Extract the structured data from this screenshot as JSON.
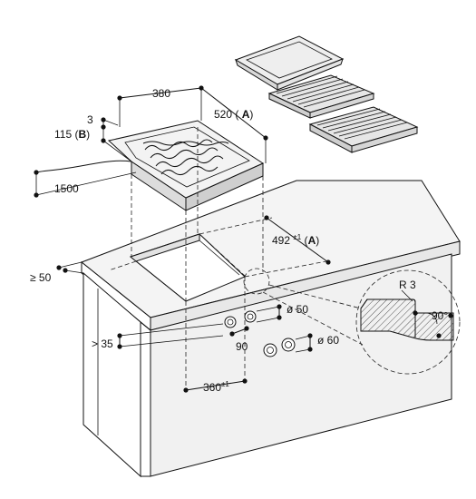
{
  "dimensions": {
    "width_top": "380",
    "depth_top": "520",
    "depth_top_ref": "A",
    "thickness": "3",
    "height": "115",
    "height_ref": "B",
    "cable": "1500",
    "cutout_depth": "492",
    "cutout_depth_tol": "±1",
    "cutout_depth_ref": "A",
    "front_edge": "≥ 50",
    "side_clear": "> 35",
    "bore_small": "ø 50",
    "bore_spacing": "90",
    "bore_large": "ø 60",
    "cutout_width": "360",
    "cutout_width_tol": "±1",
    "radius": "R 3",
    "angle": "90°"
  },
  "colors": {
    "line": "#111111",
    "face_top": "#f2f2f2",
    "face_front": "#ffffff",
    "face_side": "#e6e6e6",
    "hatch": "#555555"
  }
}
